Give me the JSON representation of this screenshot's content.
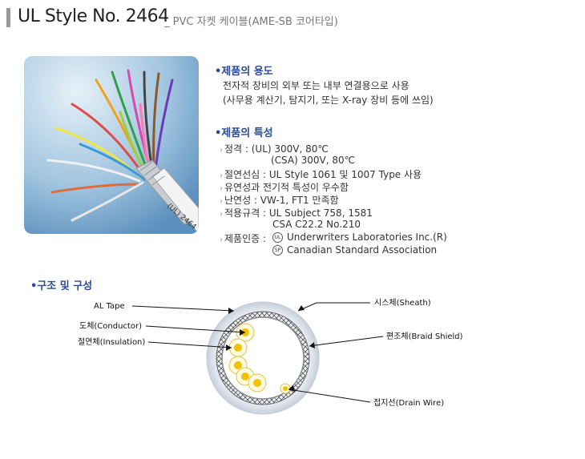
{
  "header": {
    "title": "UL Style No. 2464",
    "subtitle": "_ PVC 자켓 케이블(AME-SB 코어타입)"
  },
  "photo": {
    "print_text": "(UL) 2464"
  },
  "usage": {
    "heading": "•제품의 용도",
    "lines": [
      "전자적 장비의 외부 또는 내부 연결용으로 사용",
      "(사무용 계산기, 탐지기, 또는 X-ray 장비 등에 쓰임)"
    ]
  },
  "features": {
    "heading": "•제품의 특성",
    "rating_label": "정격 : (UL) 300V, 80℃",
    "rating_csa": "(CSA) 300V, 80℃",
    "insulation": "절연선심 : UL Style 1061 및 1007 Type 사용",
    "flexibility": "유연성과 전기적 특성이 우수함",
    "flame": "난연성 : VW-1, FT1 만족함",
    "standard_label": "적용규격 : UL Subject 758, 1581",
    "standard_csa": "CSA C22.2 No.210",
    "cert_label": "제품인증 :",
    "cert_ul": "Underwriters Laboratories Inc.(R)",
    "cert_csa": "Canadian Standard Association",
    "ul_icon_text": "UL",
    "csa_icon_text": "SP"
  },
  "structure": {
    "heading": "•구조 및 구성",
    "al_tape": "AL Tape",
    "conductor": "도체(Conductor)",
    "insulation": "절연체(Insulation)",
    "sheath": "시스체(Sheath)",
    "braid": "편조체(Braid Shield)",
    "drain": "접지선(Drain Wire)"
  },
  "colors": {
    "heading": "#2a4a9a",
    "conductor": "#f2c200",
    "sheath": "#dfe4ee"
  }
}
